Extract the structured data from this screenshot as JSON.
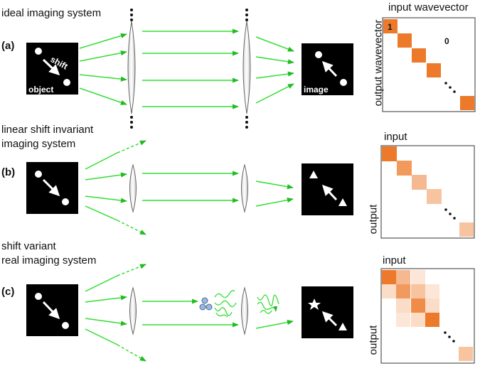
{
  "panels": {
    "a": {
      "label": "(a)",
      "title": "ideal imaging system",
      "object_label": "object",
      "shift_label": "shift",
      "image_label": "image",
      "matrix_top": "input wavevector",
      "matrix_side": "output wavevector",
      "diag_value": "1",
      "offdiag_value": "0"
    },
    "b": {
      "label": "(b)",
      "title_line1": "linear shift invariant",
      "title_line2": "imaging system",
      "matrix_top": "input",
      "matrix_side": "output"
    },
    "c": {
      "label": "(c)",
      "title_line1": "shift variant",
      "title_line2": "real imaging system",
      "matrix_top": "input",
      "matrix_side": "output"
    }
  },
  "colors": {
    "ray": "#33dd33",
    "matrix_strong": "#ec7a2a",
    "matrix_light": "#f6b890",
    "matrix_faint": "#fbdcc7"
  }
}
